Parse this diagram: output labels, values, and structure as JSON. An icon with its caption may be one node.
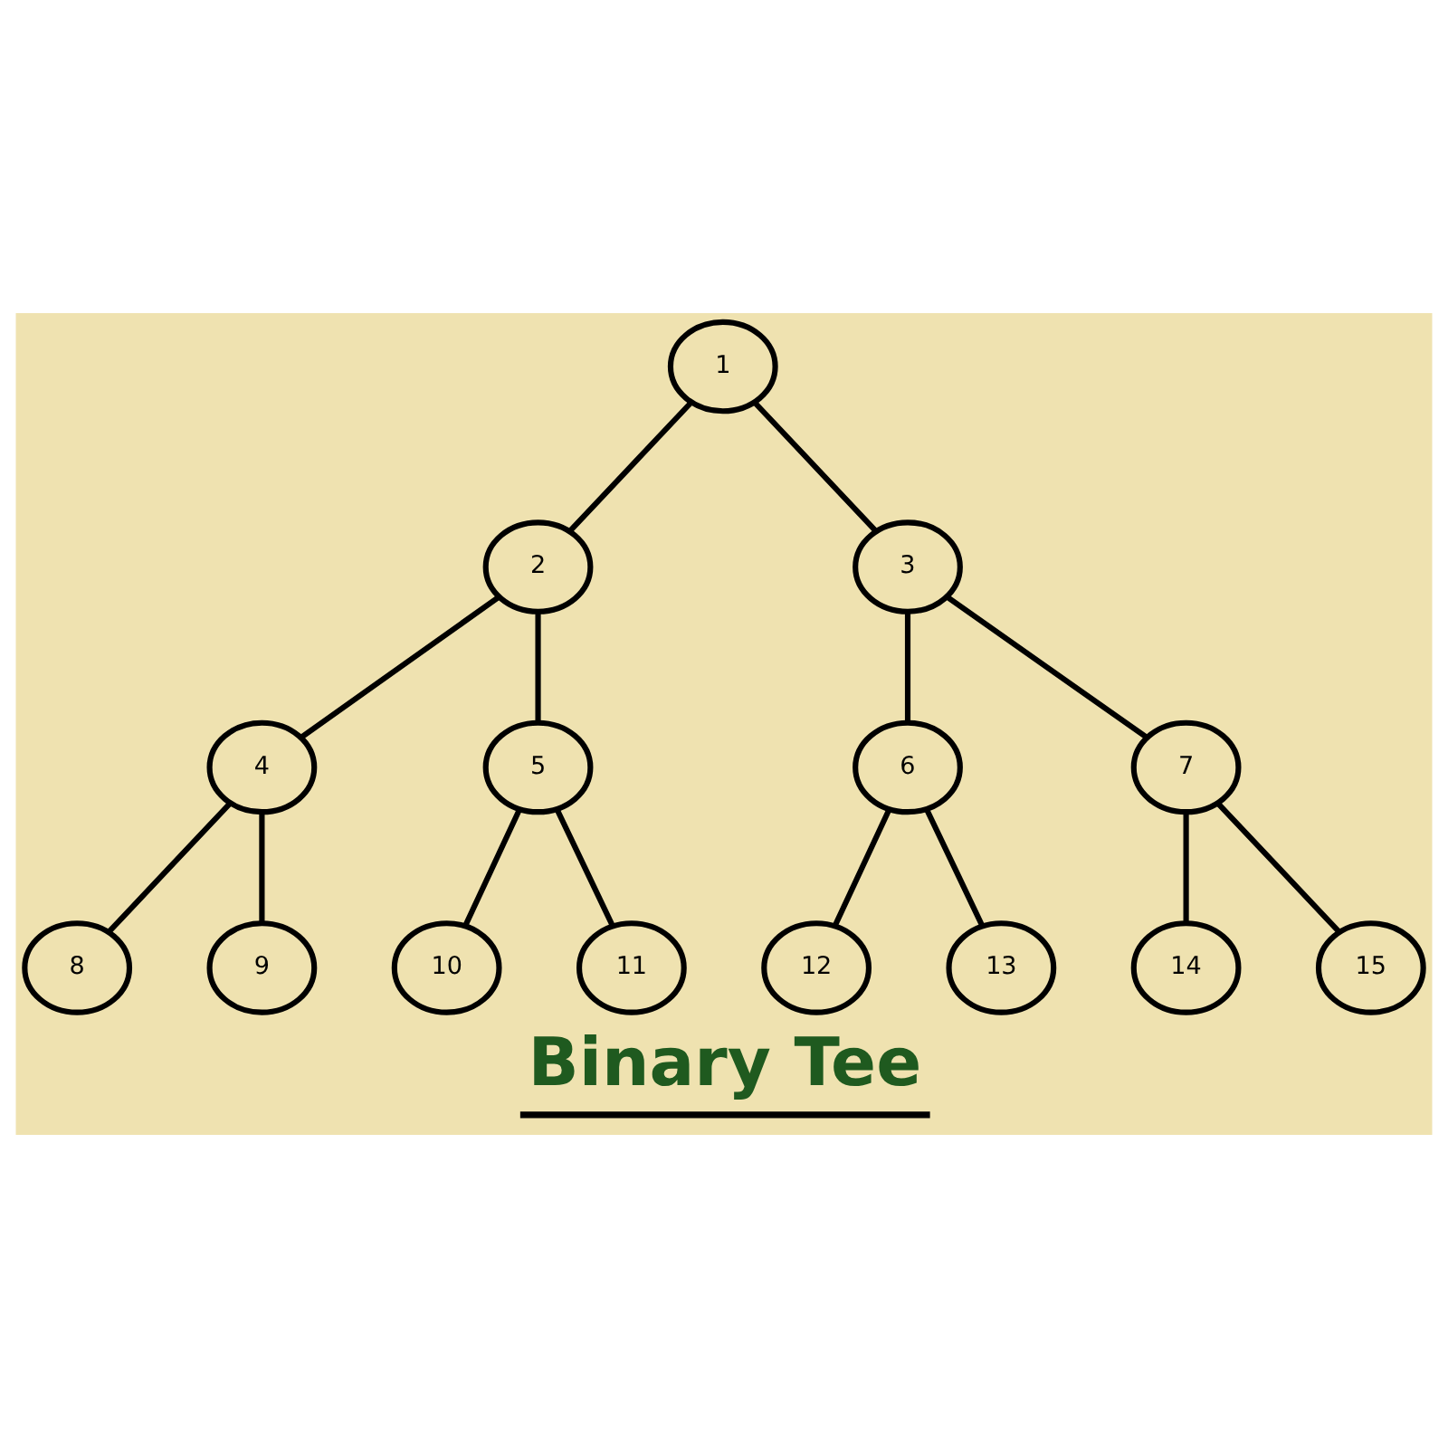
{
  "diagram": {
    "caption": "Binary Tee",
    "nodes": [
      {
        "text": [
          "1"
        ]
      },
      {
        "text": [
          "2"
        ]
      },
      {
        "text": [
          "3"
        ]
      },
      {
        "text": [
          "4"
        ]
      },
      {
        "text": [
          "5"
        ]
      },
      {
        "text": [
          "6"
        ]
      },
      {
        "text": [
          "7"
        ]
      },
      {
        "text": [
          "8"
        ]
      },
      {
        "text": [
          "9"
        ]
      },
      {
        "text": [
          "10"
        ]
      },
      {
        "text": [
          "11"
        ]
      },
      {
        "text": [
          "12"
        ]
      },
      {
        "text": [
          "13"
        ]
      },
      {
        "text": [
          "14"
        ]
      },
      {
        "text": [
          "15"
        ]
      }
    ],
    "edges": [
      {
        "from": 0,
        "to": 1,
        "arrow": "none"
      },
      {
        "from": 0,
        "to": 2,
        "arrow": "none"
      },
      {
        "from": 1,
        "to": 3,
        "arrow": "none"
      },
      {
        "from": 1,
        "to": 4,
        "arrow": "none"
      },
      {
        "from": 2,
        "to": 5,
        "arrow": "none"
      },
      {
        "from": 2,
        "to": 6,
        "arrow": "none"
      },
      {
        "from": 3,
        "to": 7,
        "arrow": "none"
      },
      {
        "from": 3,
        "to": 8,
        "arrow": "none"
      },
      {
        "from": 4,
        "to": 9,
        "arrow": "none"
      },
      {
        "from": 4,
        "to": 10,
        "arrow": "none"
      },
      {
        "from": 5,
        "to": 11,
        "arrow": "none"
      },
      {
        "from": 5,
        "to": 12,
        "arrow": "none"
      },
      {
        "from": 6,
        "to": 13,
        "arrow": "none"
      },
      {
        "from": 6,
        "to": 14,
        "arrow": "none"
      }
    ]
  }
}
